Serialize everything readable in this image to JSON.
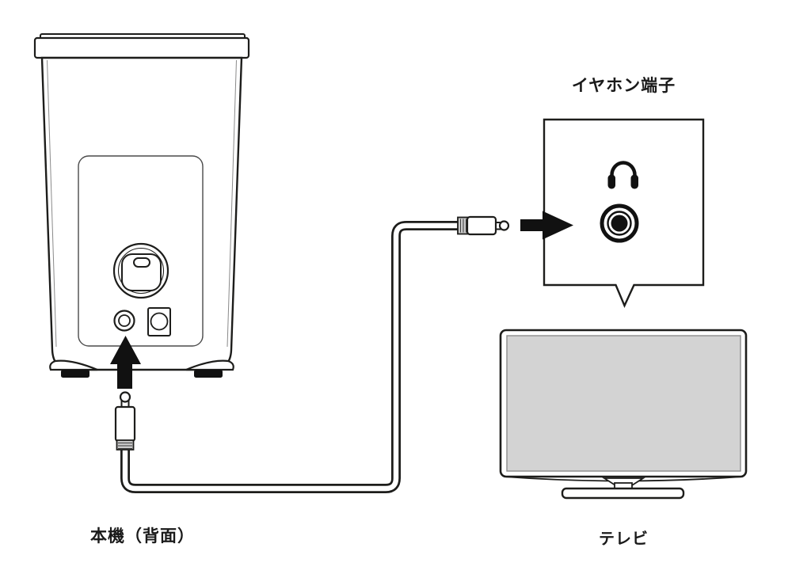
{
  "page": {
    "background": "#ffffff"
  },
  "labels": {
    "earphone_jack": "イヤホン端子",
    "unit_rear": "本機（背面）",
    "tv": "テレビ"
  },
  "colors": {
    "line": "#1d1d1b",
    "arrow": "#111111",
    "tv_screen": "#d3d3d3",
    "plug_ribbed": "#c9c9c9",
    "text": "#1a1a1a"
  },
  "icons": {
    "headphones": "headphones-icon",
    "jack_socket": "audio-jack-socket-icon",
    "up_arrow": "up-arrow-icon",
    "right_arrow": "right-arrow-icon"
  }
}
